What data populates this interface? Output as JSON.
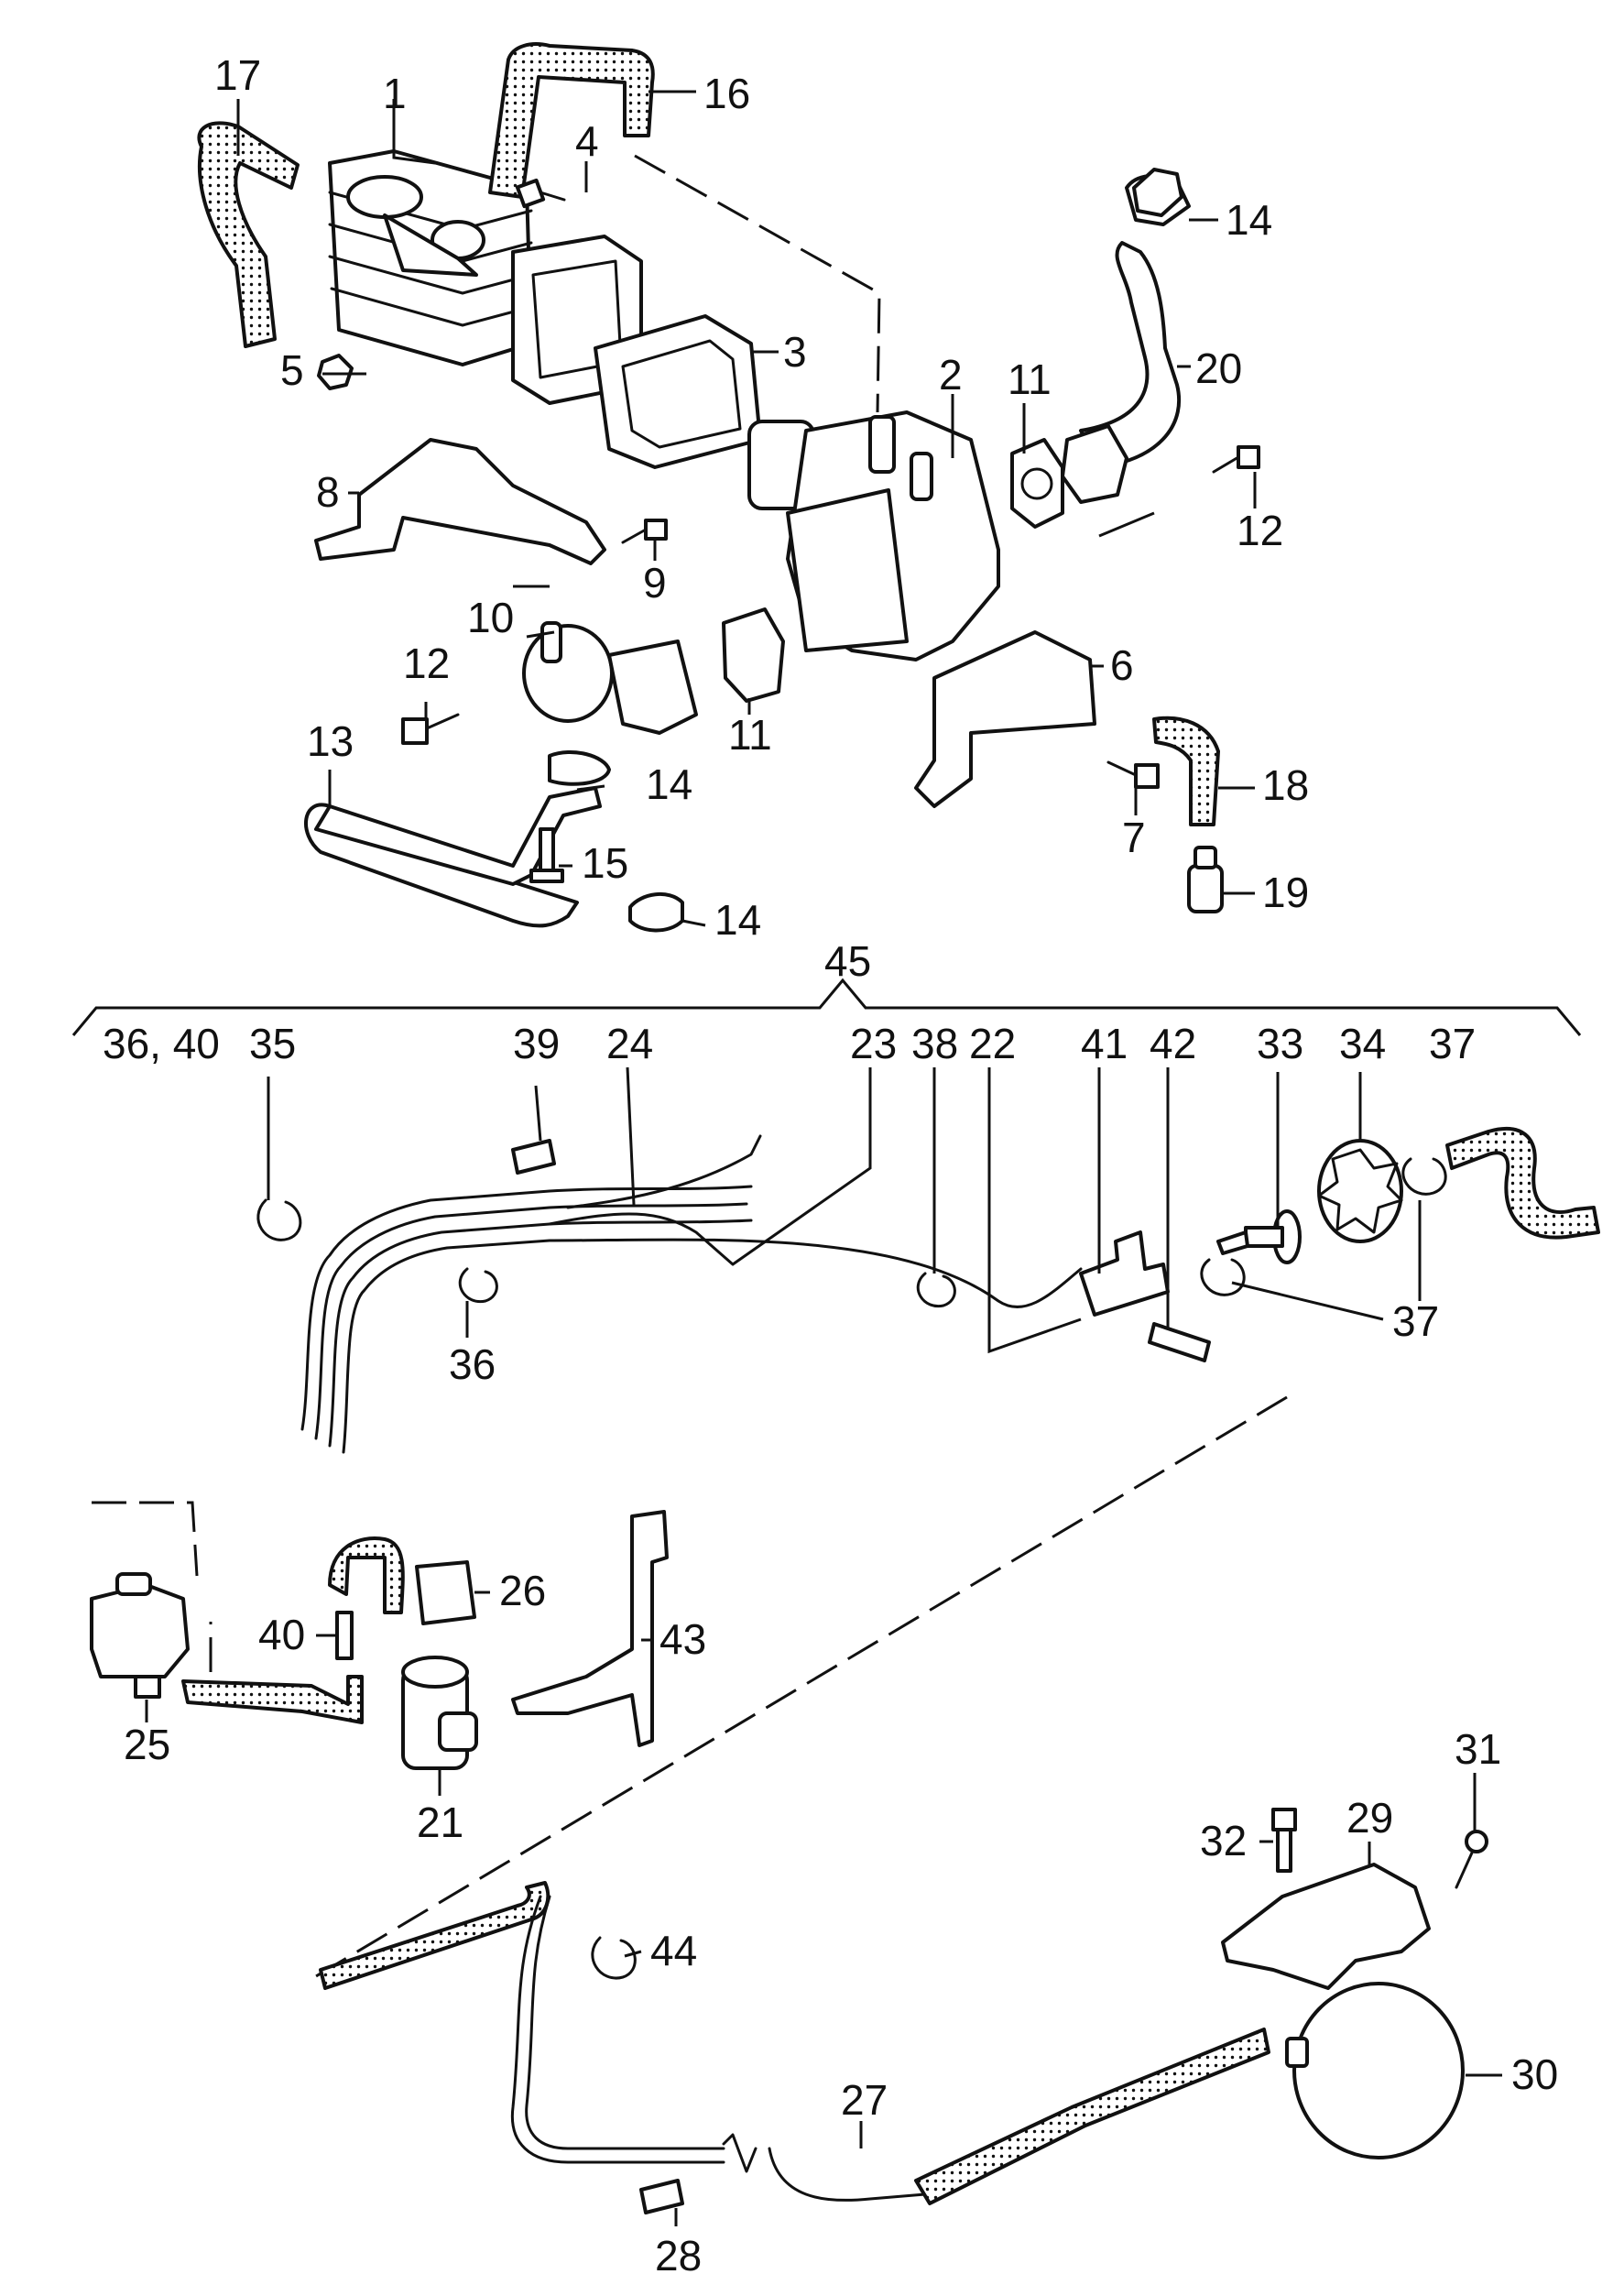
{
  "callouts": {
    "c1": "1",
    "c2": "2",
    "c3": "3",
    "c4": "4",
    "c5": "5",
    "c6": "6",
    "c7": "7",
    "c8": "8",
    "c9": "9",
    "c10": "10",
    "c11a": "11",
    "c11b": "11",
    "c12a": "12",
    "c12b": "12",
    "c13": "13",
    "c14a": "14",
    "c14b": "14",
    "c14c": "14",
    "c15": "15",
    "c16": "16",
    "c17": "17",
    "c18": "18",
    "c19": "19",
    "c20": "20",
    "c21": "21",
    "c22": "22",
    "c23": "23",
    "c24": "24",
    "c25": "25",
    "c26": "26",
    "c27": "27",
    "c28": "28",
    "c29": "29",
    "c30": "30",
    "c31": "31",
    "c32": "32",
    "c33": "33",
    "c34": "34",
    "c35": "35",
    "c36": "36",
    "c3640": "36, 40",
    "c37a": "37",
    "c37b": "37",
    "c38": "38",
    "c39": "39",
    "c40": "40",
    "c41": "41",
    "c42": "42",
    "c43": "43",
    "c44": "44",
    "c45": "45"
  }
}
